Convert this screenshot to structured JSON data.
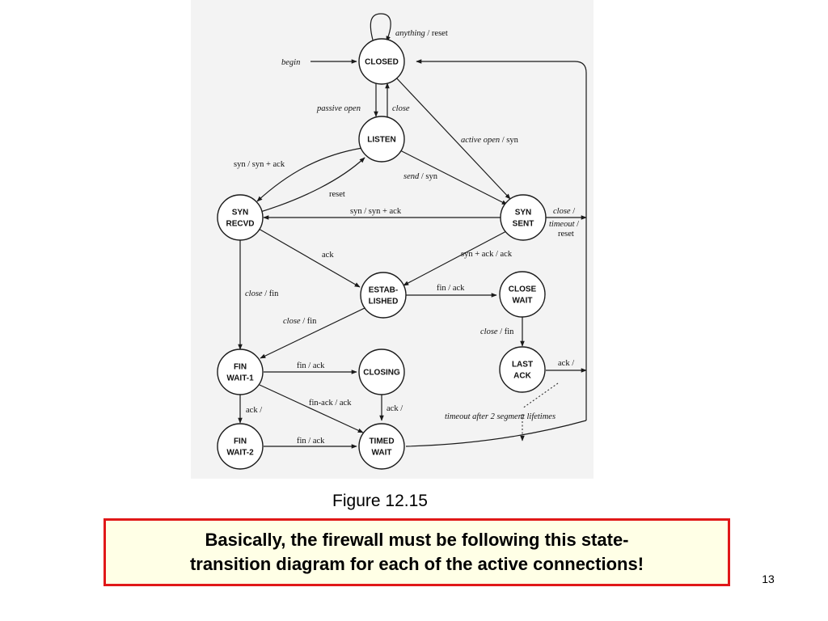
{
  "figure": {
    "states": [
      {
        "id": "closed",
        "lines": [
          "CLOSED"
        ]
      },
      {
        "id": "listen",
        "lines": [
          "LISTEN"
        ]
      },
      {
        "id": "syn-recvd",
        "lines": [
          "SYN",
          "RECVD"
        ]
      },
      {
        "id": "syn-sent",
        "lines": [
          "SYN",
          "SENT"
        ]
      },
      {
        "id": "established",
        "lines": [
          "ESTAB-",
          "LISHED"
        ]
      },
      {
        "id": "close-wait",
        "lines": [
          "CLOSE",
          "WAIT"
        ]
      },
      {
        "id": "fin-wait-1",
        "lines": [
          "FIN",
          "WAIT-1"
        ]
      },
      {
        "id": "closing",
        "lines": [
          "CLOSING"
        ]
      },
      {
        "id": "last-ack",
        "lines": [
          "LAST",
          "ACK"
        ]
      },
      {
        "id": "fin-wait-2",
        "lines": [
          "FIN",
          "WAIT-2"
        ]
      },
      {
        "id": "timed-wait",
        "lines": [
          "TIMED",
          "WAIT"
        ]
      }
    ],
    "labels": {
      "anything_reset": [
        {
          "t": "anything",
          "i": true
        },
        {
          "t": " / reset",
          "i": false
        }
      ],
      "begin": [
        {
          "t": "begin",
          "i": true
        }
      ],
      "passive_open": [
        {
          "t": "passive open",
          "i": true
        }
      ],
      "close": [
        {
          "t": "close",
          "i": true
        }
      ],
      "active_open_syn": [
        {
          "t": "active open",
          "i": true
        },
        {
          "t": " / syn",
          "i": false
        }
      ],
      "syn_syn_ack_1": [
        {
          "t": "syn / syn + ack",
          "i": false
        }
      ],
      "reset": [
        {
          "t": "reset",
          "i": false
        }
      ],
      "send_syn": [
        {
          "t": "send",
          "i": true
        },
        {
          "t": " / syn",
          "i": false
        }
      ],
      "syn_syn_ack_2": [
        {
          "t": "syn / syn + ack",
          "i": false
        }
      ],
      "close_slash": [
        {
          "t": "close",
          "i": true
        },
        {
          "t": " /",
          "i": false
        }
      ],
      "timeout_slash": [
        {
          "t": "timeout",
          "i": true
        },
        {
          "t": " /",
          "i": false
        }
      ],
      "reset_2": [
        {
          "t": "reset",
          "i": false
        }
      ],
      "ack_1": [
        {
          "t": "ack",
          "i": false
        }
      ],
      "syn_ack_ack": [
        {
          "t": "syn + ack / ack",
          "i": false
        }
      ],
      "close_fin_1": [
        {
          "t": "close",
          "i": true
        },
        {
          "t": " / fin",
          "i": false
        }
      ],
      "fin_ack_1": [
        {
          "t": "fin / ack",
          "i": false
        }
      ],
      "close_fin_2": [
        {
          "t": "close",
          "i": true
        },
        {
          "t": " / fin",
          "i": false
        }
      ],
      "close_fin_3": [
        {
          "t": "close",
          "i": true
        },
        {
          "t": " / fin",
          "i": false
        }
      ],
      "fin_ack_2": [
        {
          "t": "fin / ack",
          "i": false
        }
      ],
      "ack_slash_1": [
        {
          "t": "ack /",
          "i": false
        }
      ],
      "fin_ack_ack": [
        {
          "t": "fin-ack / ack",
          "i": false
        }
      ],
      "ack_slash_2": [
        {
          "t": "ack /",
          "i": false
        }
      ],
      "ack_slash_3": [
        {
          "t": "ack /",
          "i": false
        }
      ],
      "timeout_2msl": [
        {
          "t": "timeout after 2 segment lifetimes",
          "i": true
        }
      ],
      "fin_ack_3": [
        {
          "t": "fin / ack",
          "i": false
        }
      ]
    }
  },
  "caption": "Figure 12.15",
  "callout": {
    "line1": "Basically, the firewall must be following this state-",
    "line2": "transition diagram for each of the active connections!"
  },
  "page_number": "13"
}
